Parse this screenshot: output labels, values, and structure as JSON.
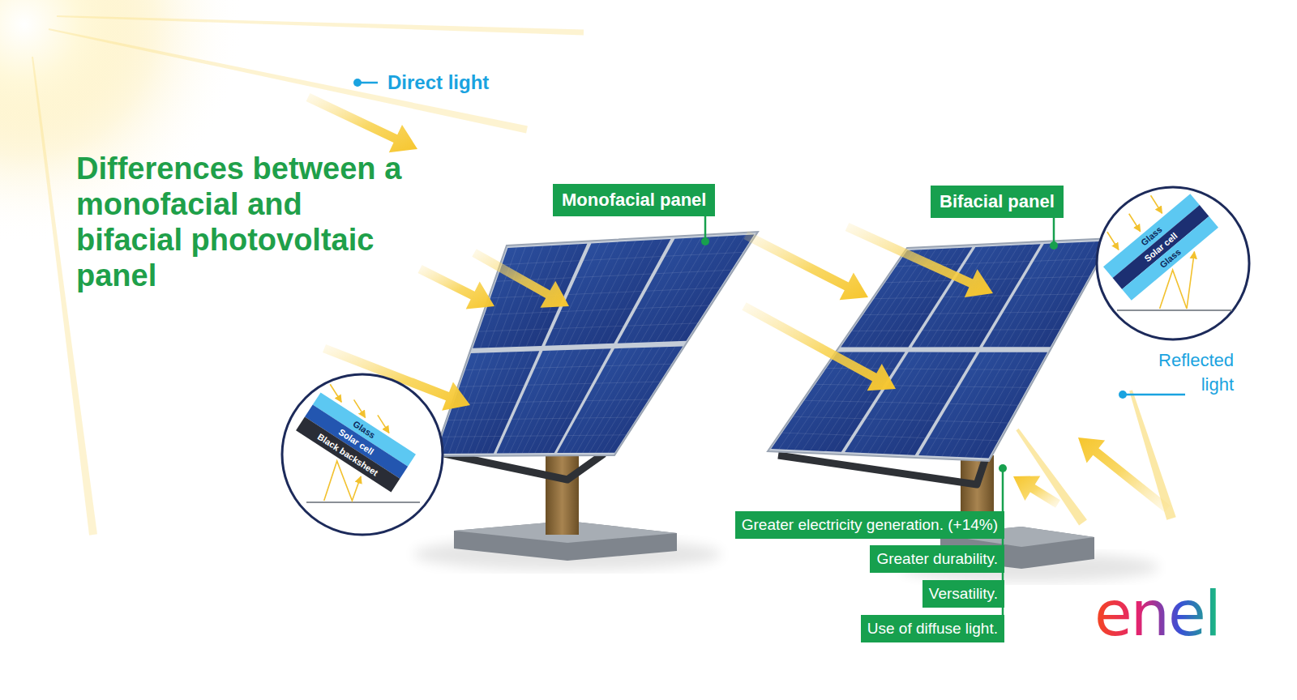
{
  "diagram": {
    "title": "Differences between a monofacial and bifacial photovoltaic panel",
    "nodes": [
      {
        "text": [
          "Monofacial panel"
        ]
      },
      {
        "text": [
          "Bifacial panel"
        ]
      },
      {
        "text": [
          "Greater electricity generation. (+14%)"
        ]
      },
      {
        "text": [
          "Greater durability."
        ]
      },
      {
        "text": [
          "Versatility."
        ]
      },
      {
        "text": [
          "Use of diffuse light."
        ]
      }
    ],
    "labels": [
      "Direct light",
      "Glass",
      "Solar cell",
      "Glass",
      "Reflected light",
      "Glass",
      "Solar cell",
      "Black backsheet",
      "enel"
    ]
  }
}
